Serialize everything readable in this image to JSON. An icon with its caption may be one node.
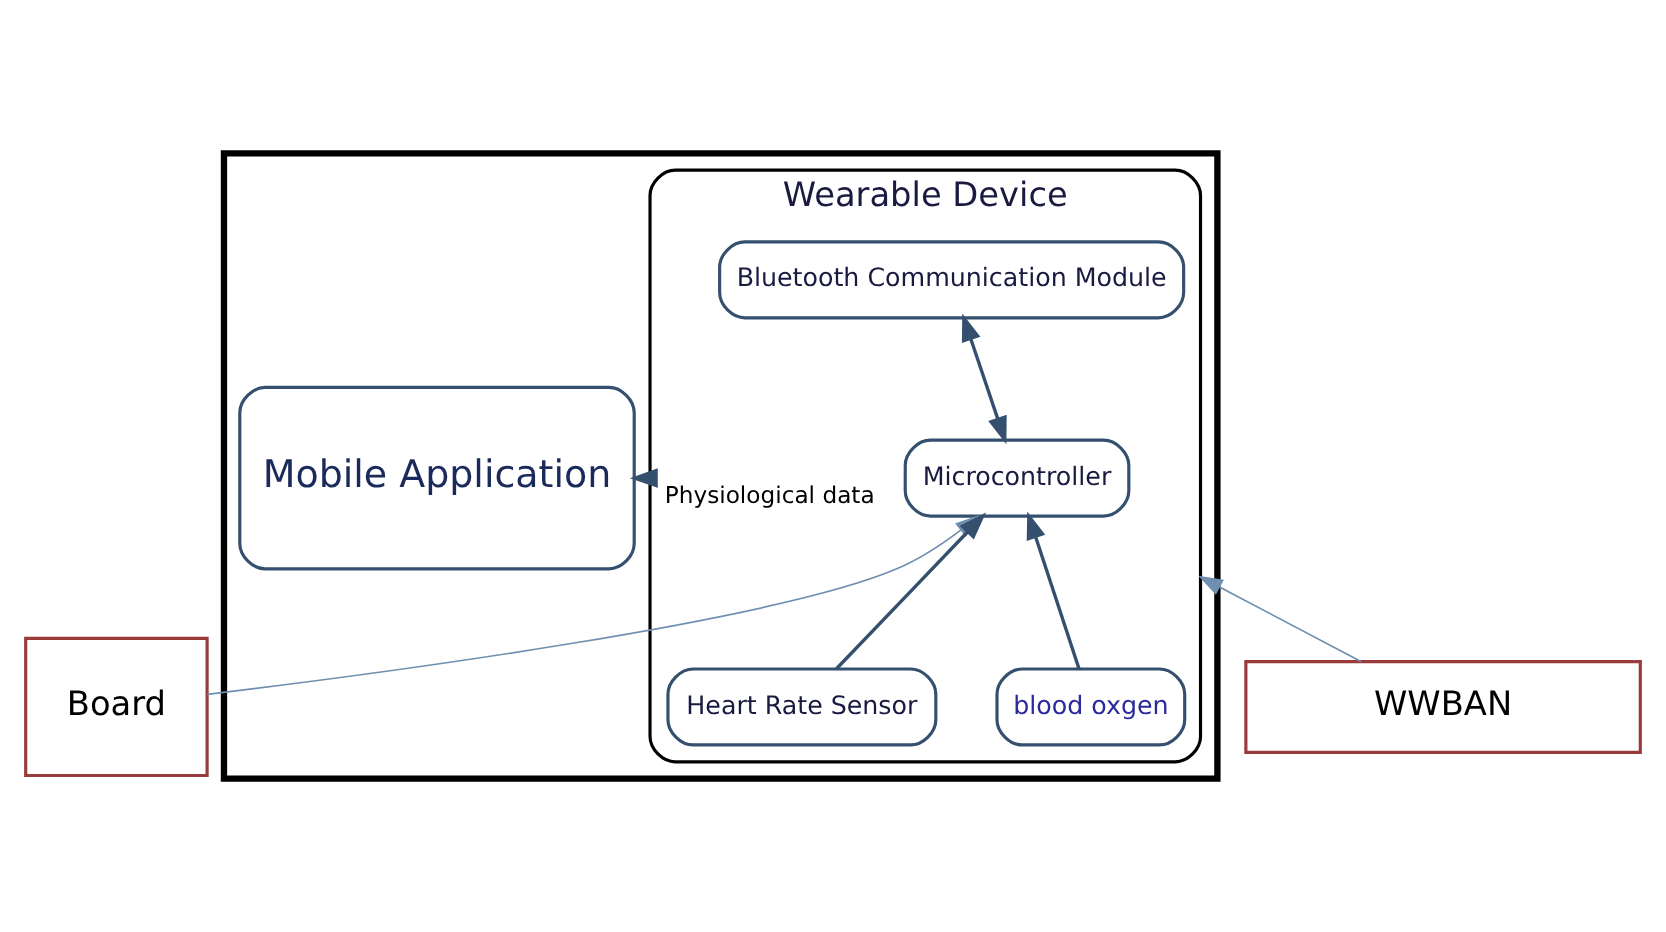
{
  "diagram": {
    "nodes": [
      {
        "text": [],
        "shape": "box"
      },
      {
        "text": [
          "Wearable Device"
        ],
        "in": 0
      },
      {
        "text": [
          "Bluetooth Communication Module"
        ],
        "in": 1
      },
      {
        "text": [
          "Microcontroller"
        ],
        "in": 1
      },
      {
        "text": [
          "blood oxgen"
        ],
        "in": 1
      },
      {
        "text": [
          "Heart Rate Sensor"
        ],
        "in": 1
      },
      {
        "text": [
          "Mobile Application"
        ],
        "in": 0
      },
      {
        "text": [
          "Board"
        ]
      },
      {
        "text": [
          "WWBAN"
        ]
      }
    ],
    "edges": [
      {
        "from": 3,
        "to": 2,
        "arrow": "both"
      },
      {
        "from": 4,
        "to": 3,
        "arrow": "to"
      },
      {
        "from": 5,
        "to": 3,
        "arrow": "to"
      },
      {
        "from": 1,
        "to": 6,
        "arrow": "to",
        "label": "Physiological data"
      },
      {
        "from": 7,
        "to": 3,
        "arrow": "to",
        "color": "#6f8fb0"
      },
      {
        "from": 8,
        "to": 1,
        "arrow": "to",
        "color": "#6f8fb0"
      }
    ]
  }
}
